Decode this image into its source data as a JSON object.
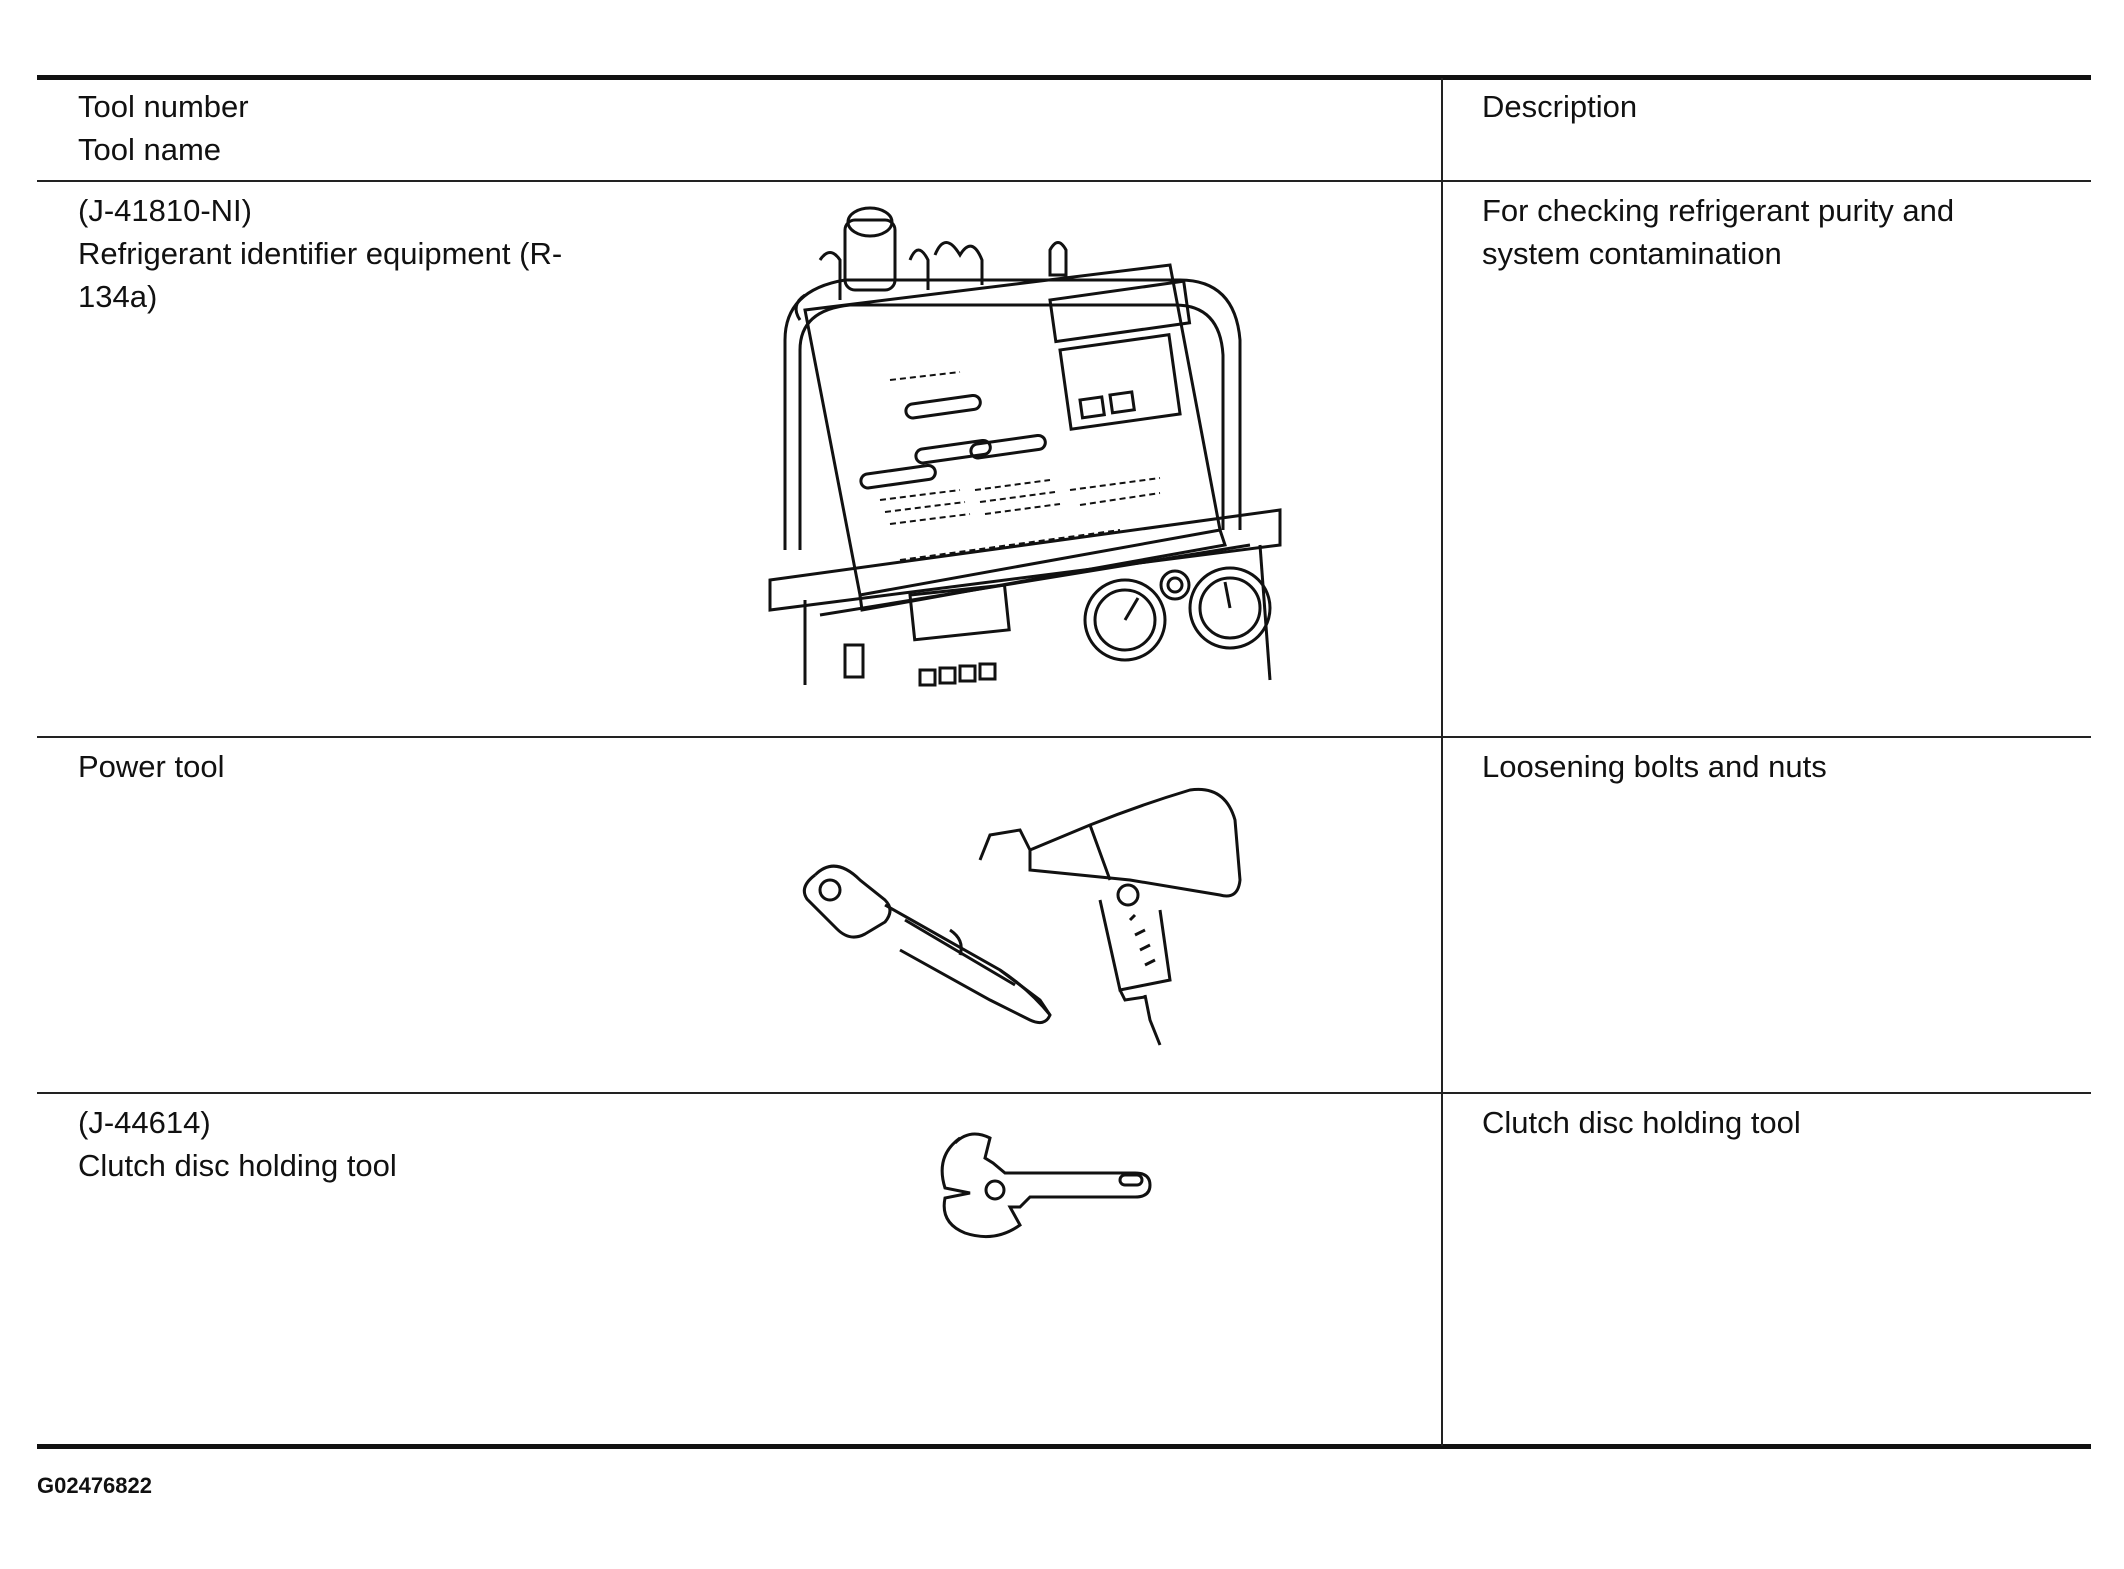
{
  "header": {
    "col1_line1": "Tool number",
    "col1_line2": "Tool name",
    "col2": "Description"
  },
  "rows": [
    {
      "tool_number": "(J-41810-NI)",
      "tool_name": "Refrigerant identifier equipment (R-\n134a)",
      "description": "For checking refrigerant purity and\nsystem contamination",
      "icon": "refrigerant-identifier-icon"
    },
    {
      "tool_number": "",
      "tool_name": "Power tool",
      "description": "Loosening bolts and nuts",
      "icon": "power-tool-icon"
    },
    {
      "tool_number": "(J-44614)",
      "tool_name": "Clutch disc holding tool",
      "description": "Clutch disc holding tool",
      "icon": "clutch-disc-holding-tool-icon"
    }
  ],
  "footer": {
    "figure_id": "G02476822"
  }
}
